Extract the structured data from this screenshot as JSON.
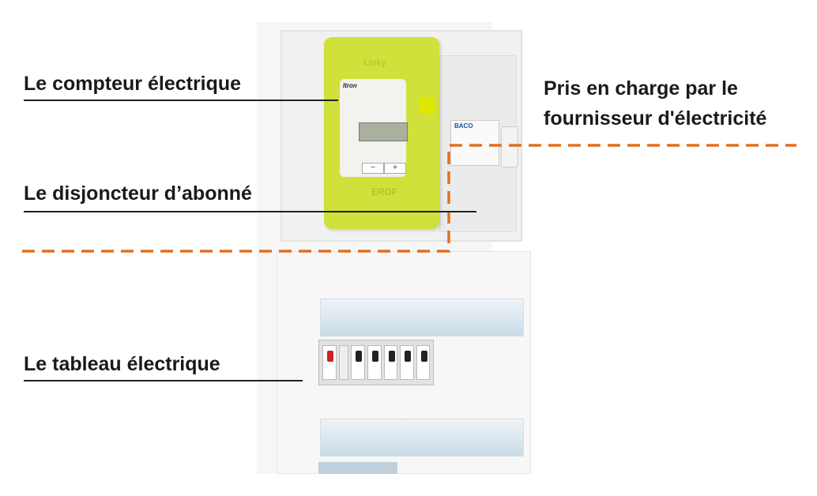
{
  "labels": {
    "meter": "Le compteur électrique",
    "subscriber_breaker": "Le disjoncteur d’abonné",
    "panel": "Le tableau électrique",
    "supplier_line1": "Pris en charge par le",
    "supplier_line2": "fournisseur d'électricité"
  },
  "device": {
    "meter_brand": "Linky",
    "meter_maker": "Itron",
    "meter_logo": "ERDF",
    "minus": "−",
    "plus": "+",
    "breaker_brand": "BACO"
  },
  "colors": {
    "dashed_line": "#e07020",
    "meter_body": "#cfe13a",
    "text": "#1a1a1a"
  }
}
